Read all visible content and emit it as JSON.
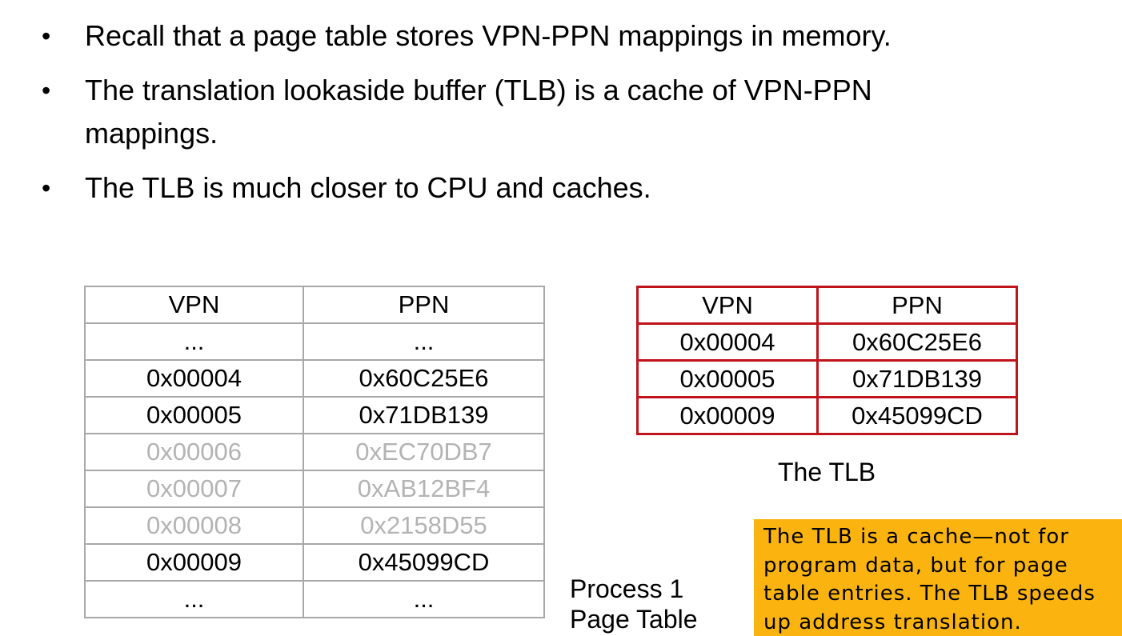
{
  "bullets": [
    {
      "lines": [
        "Recall that a page table stores VPN-PPN mappings in memory."
      ]
    },
    {
      "lines": [
        "The translation lookaside buffer (TLB) is a cache of VPN-PPN",
        "mappings."
      ]
    },
    {
      "lines": [
        "The TLB is much closer to CPU and caches."
      ]
    }
  ],
  "bullet_symbol": "•",
  "page_table": {
    "headers": [
      "VPN",
      "PPN"
    ],
    "rows": [
      {
        "vpn": "...",
        "ppn": "..."
      },
      {
        "vpn": "0x00004",
        "ppn": "0x60C25E6"
      },
      {
        "vpn": "0x00005",
        "ppn": "0x71DB139"
      },
      {
        "vpn": "0x00006",
        "ppn": "0xEC70DB7"
      },
      {
        "vpn": "0x00007",
        "ppn": "0xAB12BF4"
      },
      {
        "vpn": "0x00008",
        "ppn": "0x2158D55"
      },
      {
        "vpn": "0x00009",
        "ppn": "0x45099CD"
      },
      {
        "vpn": "...",
        "ppn": "..."
      }
    ],
    "caption_lines": [
      "Process 1",
      "Page Table"
    ]
  },
  "tlb": {
    "headers": [
      "VPN",
      "PPN"
    ],
    "rows": [
      {
        "vpn": "0x00004",
        "ppn": "0x60C25E6"
      },
      {
        "vpn": "0x00005",
        "ppn": "0x71DB139"
      },
      {
        "vpn": "0x00009",
        "ppn": "0x45099CD"
      }
    ],
    "caption": "The TLB",
    "border_color": "#c0141c"
  },
  "note": {
    "lines": [
      "The TLB is a cache—not for",
      "program data, but for page",
      "table entries. The TLB speeds",
      "up address translation."
    ],
    "background": "#fbb40f"
  }
}
